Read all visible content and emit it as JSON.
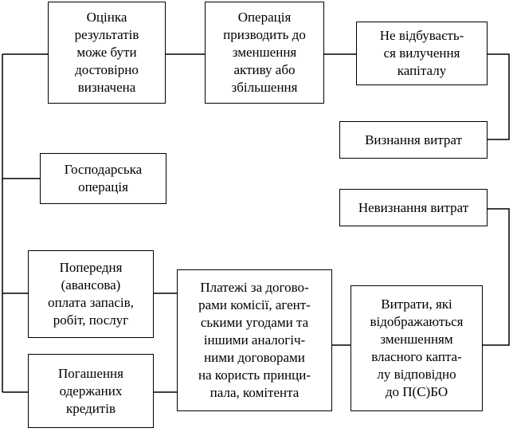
{
  "diagram": {
    "boxes": {
      "assessment": "Оцінка\nрезультатів\nможе бути\nдостовірно\nвизначена",
      "operation_effect": "Операція\nпризводить до\nзменшення\nактиву або\nзбільшення",
      "no_withdrawal": "Не відбуваєть-\nся вилучення\nкапіталу",
      "expense_recognition": "Визнання витрат",
      "business_operation": "Господарська\nоперація",
      "non_recognition": "Невизнання витрат",
      "prepayment": "Попередня\n(авансова)\nоплата запасів,\nробіт, послуг",
      "payments": "Платежі за догово-\nрами комісії, агент-\nськими угодами та\nіншими аналогіч-\nними договорами\nна користь принци-\nпала, комітента",
      "capital_reduction_expenses": "Витрати, які\nвідображаються\nзменшенням\nвласного капта-\nлу відповідно\nдо П(С)БО",
      "loan_repayment": "Погашення\nодержаних\nкредитів"
    }
  }
}
